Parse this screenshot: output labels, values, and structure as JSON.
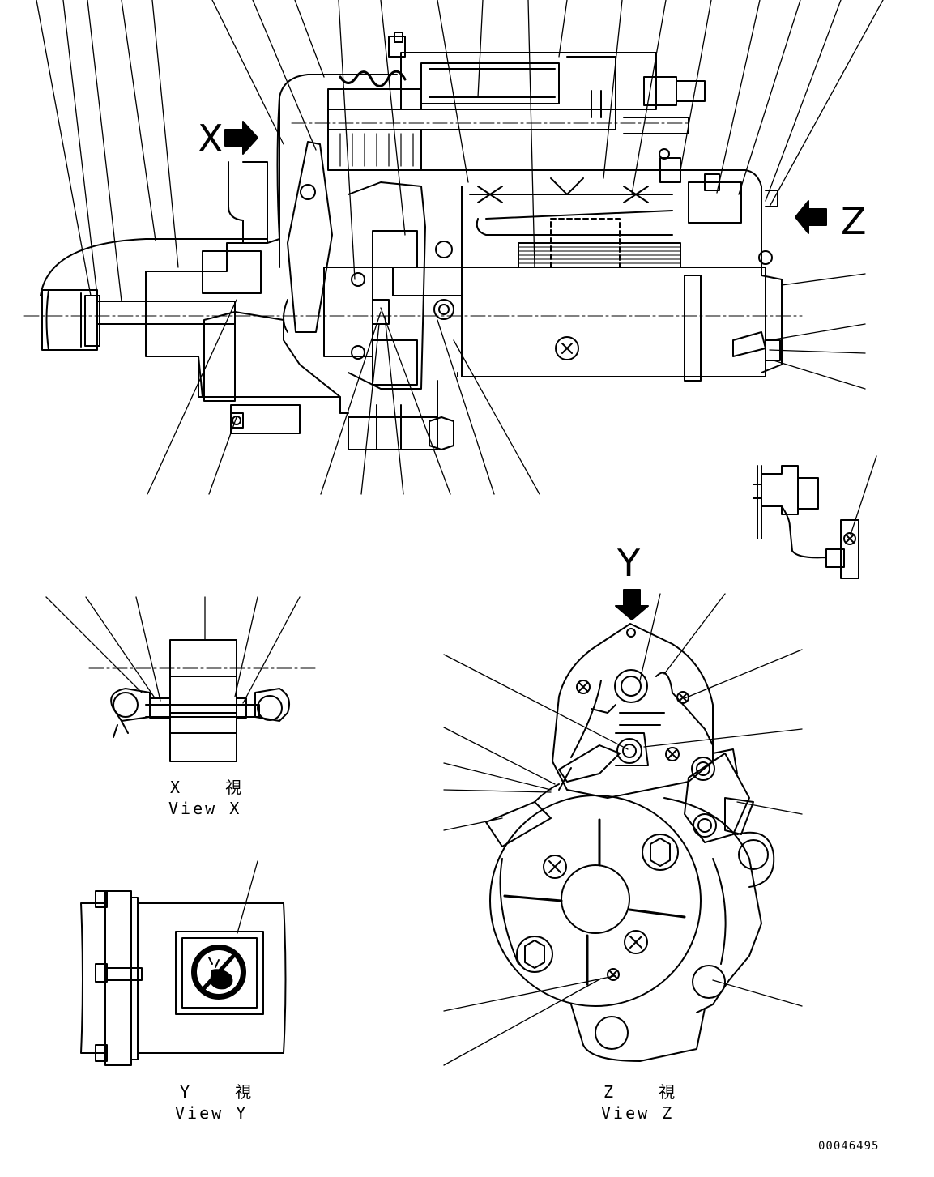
{
  "view_letters": {
    "x": "X",
    "z": "Z",
    "y": "Y"
  },
  "captions": {
    "view_x_jp": "X 視",
    "view_x_en": "View X",
    "view_y_jp": "Y 視",
    "view_y_en": "View Y",
    "view_z_jp": "Z 視",
    "view_z_en": "View Z"
  },
  "document_number": "00046495",
  "icons": {
    "arrow": "filled-arrow-icon",
    "warning": "no-water-warning-label-icon",
    "screw": "cross-screw-icon",
    "bolt": "hex-bolt-icon"
  },
  "colors": {
    "ink": "#000000",
    "paper": "#ffffff"
  }
}
